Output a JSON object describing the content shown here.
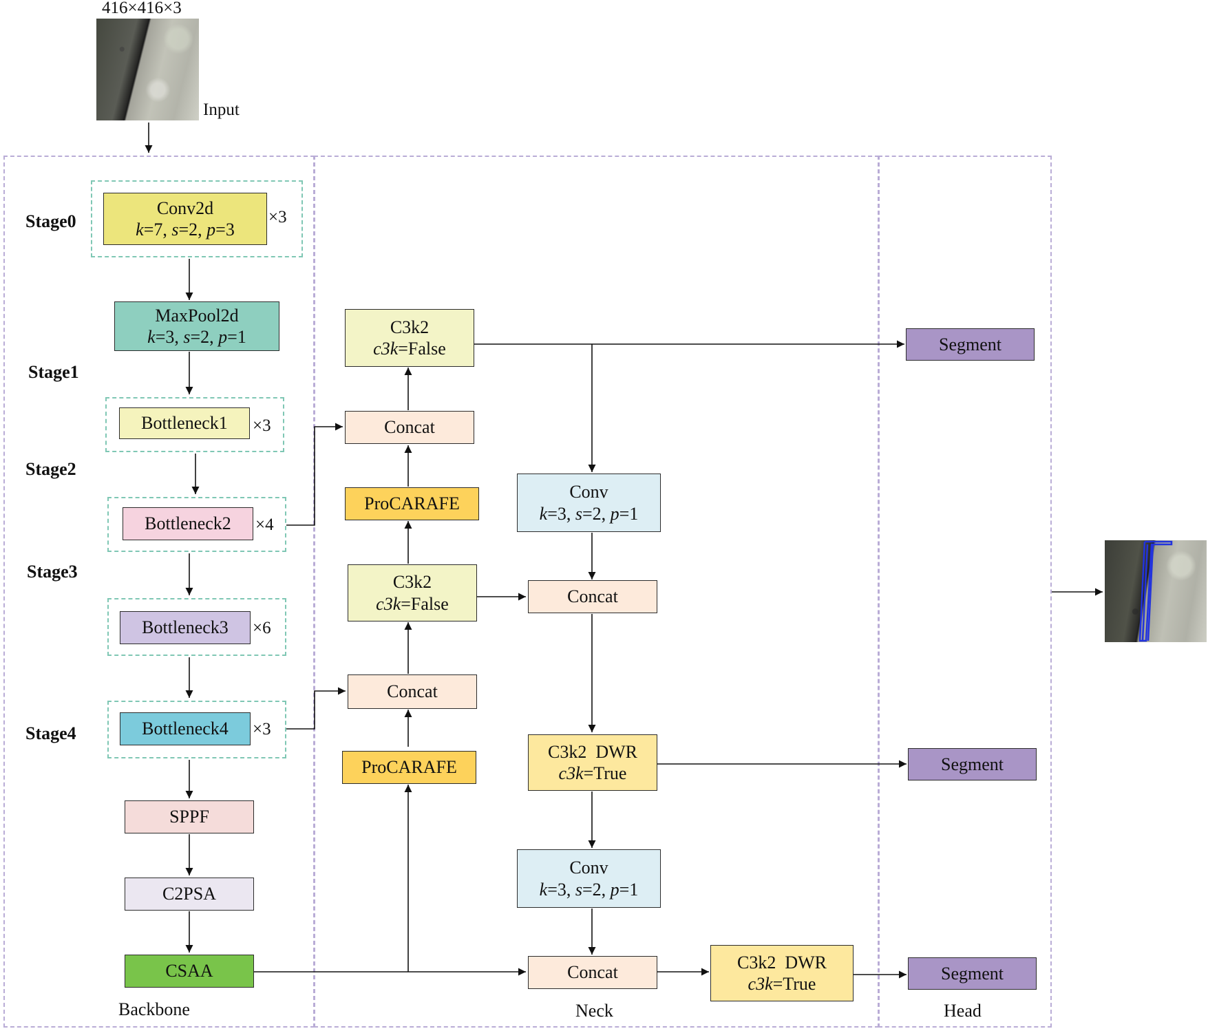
{
  "input": {
    "size": "416×416×3",
    "label": "Input"
  },
  "sections": {
    "backbone": "Backbone",
    "neck": "Neck",
    "head": "Head"
  },
  "stages": [
    "Stage0",
    "Stage1",
    "Stage2",
    "Stage3",
    "Stage4"
  ],
  "backbone": {
    "conv2d": {
      "name": "Conv2d",
      "params": [
        "k",
        "=7, ",
        "s",
        "=2, ",
        "p",
        "=3"
      ],
      "repeat": "×3"
    },
    "maxpool": {
      "name": "MaxPool2d",
      "params": [
        "k",
        "=3, ",
        "s",
        "=2, ",
        "p",
        "=1"
      ]
    },
    "bottleneck1": {
      "name": "Bottleneck1",
      "repeat": "×3"
    },
    "bottleneck2": {
      "name": "Bottleneck2",
      "repeat": "×4"
    },
    "bottleneck3": {
      "name": "Bottleneck3",
      "repeat": "×6"
    },
    "bottleneck4": {
      "name": "Bottleneck4",
      "repeat": "×3"
    },
    "sppf": "SPPF",
    "c2psa": "C2PSA",
    "csaa": "CSAA"
  },
  "neck": {
    "c3k2_top": {
      "name": "C3k2",
      "param_key": "c3k",
      "param_val": "=False"
    },
    "concat_1": "Concat",
    "procarafe_1": "ProCARAFE",
    "c3k2_mid": {
      "name": "C3k2",
      "param_key": "c3k",
      "param_val": "=False"
    },
    "concat_2": "Concat",
    "procarafe_2": "ProCARAFE",
    "conv_1": {
      "name": "Conv",
      "params": [
        "k",
        "=3, ",
        "s",
        "=2, ",
        "p",
        "=1"
      ]
    },
    "concat_3": "Concat",
    "c3k2dwr_1": {
      "name": "C3k2  DWR",
      "param_key": "c3k",
      "param_val": "=True"
    },
    "conv_2": {
      "name": "Conv",
      "params": [
        "k",
        "=3, ",
        "s",
        "=2, ",
        "p",
        "=1"
      ]
    },
    "concat_4": "Concat",
    "c3k2dwr_2": {
      "name": "C3k2  DWR",
      "param_key": "c3k",
      "param_val": "=True"
    }
  },
  "head": {
    "segment_1": "Segment",
    "segment_2": "Segment",
    "segment_3": "Segment"
  },
  "colors": {
    "conv2d": "#ece57c",
    "maxpool": "#8ecfbf",
    "bottleneck1": "#f5f3bd",
    "bottleneck2": "#f6d3df",
    "bottleneck3": "#cfc4e3",
    "bottleneck4": "#7ccbdc",
    "sppf": "#f5dcda",
    "c2psa": "#ebe7f1",
    "csaa": "#79c44a",
    "c3k2": "#f3f4c7",
    "concat": "#fdeadb",
    "procarafe": "#fdd25b",
    "conv": "#ddeef4",
    "c3k2dwr": "#fde89e",
    "segment": "#a995c6",
    "section_border": "#b9acd6",
    "group_border": "#7fc7b4",
    "detection": "#2233dd"
  }
}
